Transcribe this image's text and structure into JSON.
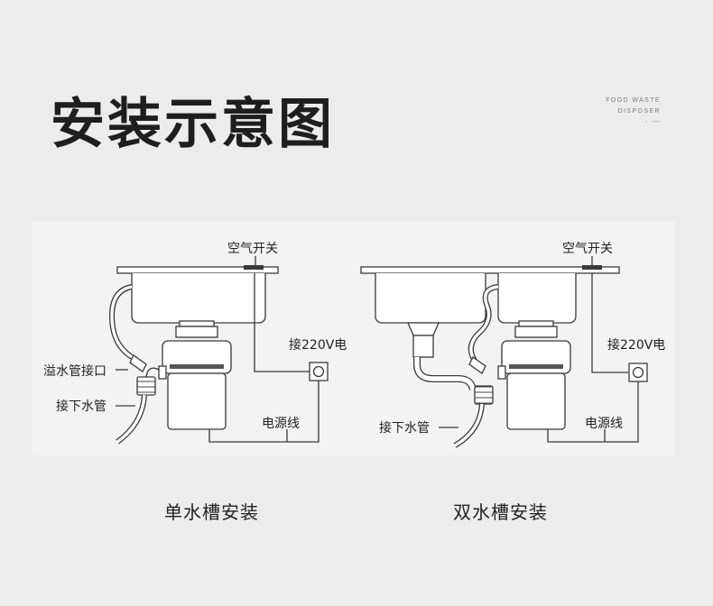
{
  "header": {
    "title": "安装示意图",
    "brand_line1": "FOOD WASTE",
    "brand_line2": "DISPOSER",
    "brand_mark": "- —"
  },
  "single_sink": {
    "caption": "单水槽安装",
    "label_air_switch": "空气开关",
    "label_power_220v": "接220V电",
    "label_overflow_port": "溢水管接口",
    "label_drain_pipe": "接下水管",
    "label_power_cord": "电源线"
  },
  "double_sink": {
    "caption": "双水槽安装",
    "label_air_switch": "空气开关",
    "label_power_220v": "接220V电",
    "label_drain_pipe": "接下水管",
    "label_power_cord": "电源线"
  },
  "colors": {
    "background": "#ececec",
    "panel": "#f3f3f3",
    "line": "#3a3a3a"
  }
}
